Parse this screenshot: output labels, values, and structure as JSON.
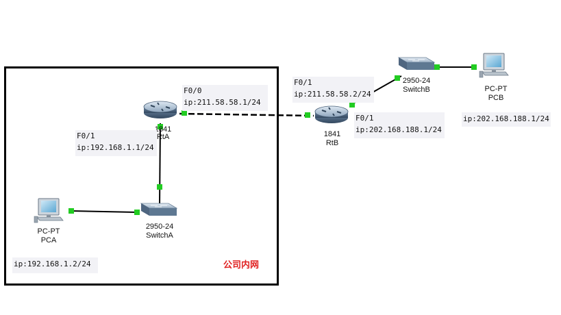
{
  "area_label": "公司内网",
  "devices": {
    "pca": {
      "model": "PC-PT",
      "name": "PCA",
      "ip": "ip:192.168.1.2/24"
    },
    "switcha": {
      "model": "2950-24",
      "name": "SwitchA"
    },
    "rta": {
      "model": "1841",
      "name": "RtA",
      "if_f00": "F0/0",
      "ip_f00": "ip:211.58.58.1/24",
      "if_f01": "F0/1",
      "ip_f01": "ip:192.168.1.1/24"
    },
    "rtb": {
      "model": "1841",
      "name": "RtB",
      "if_f01a": "F0/1",
      "ip_f01a": "ip:211.58.58.2/24",
      "if_f01b": "F0/1",
      "ip_f01b": "ip:202.168.188.1/24"
    },
    "switchb": {
      "model": "2950-24",
      "name": "SwitchB"
    },
    "pcb": {
      "model": "PC-PT",
      "name": "PCB",
      "ip": "ip:202.168.188.1/24"
    }
  },
  "colors": {
    "link_status": "#22cc22",
    "area_label": "#e02020",
    "border": "#000000"
  },
  "icons": [
    "router-icon",
    "switch-icon",
    "pc-icon"
  ]
}
